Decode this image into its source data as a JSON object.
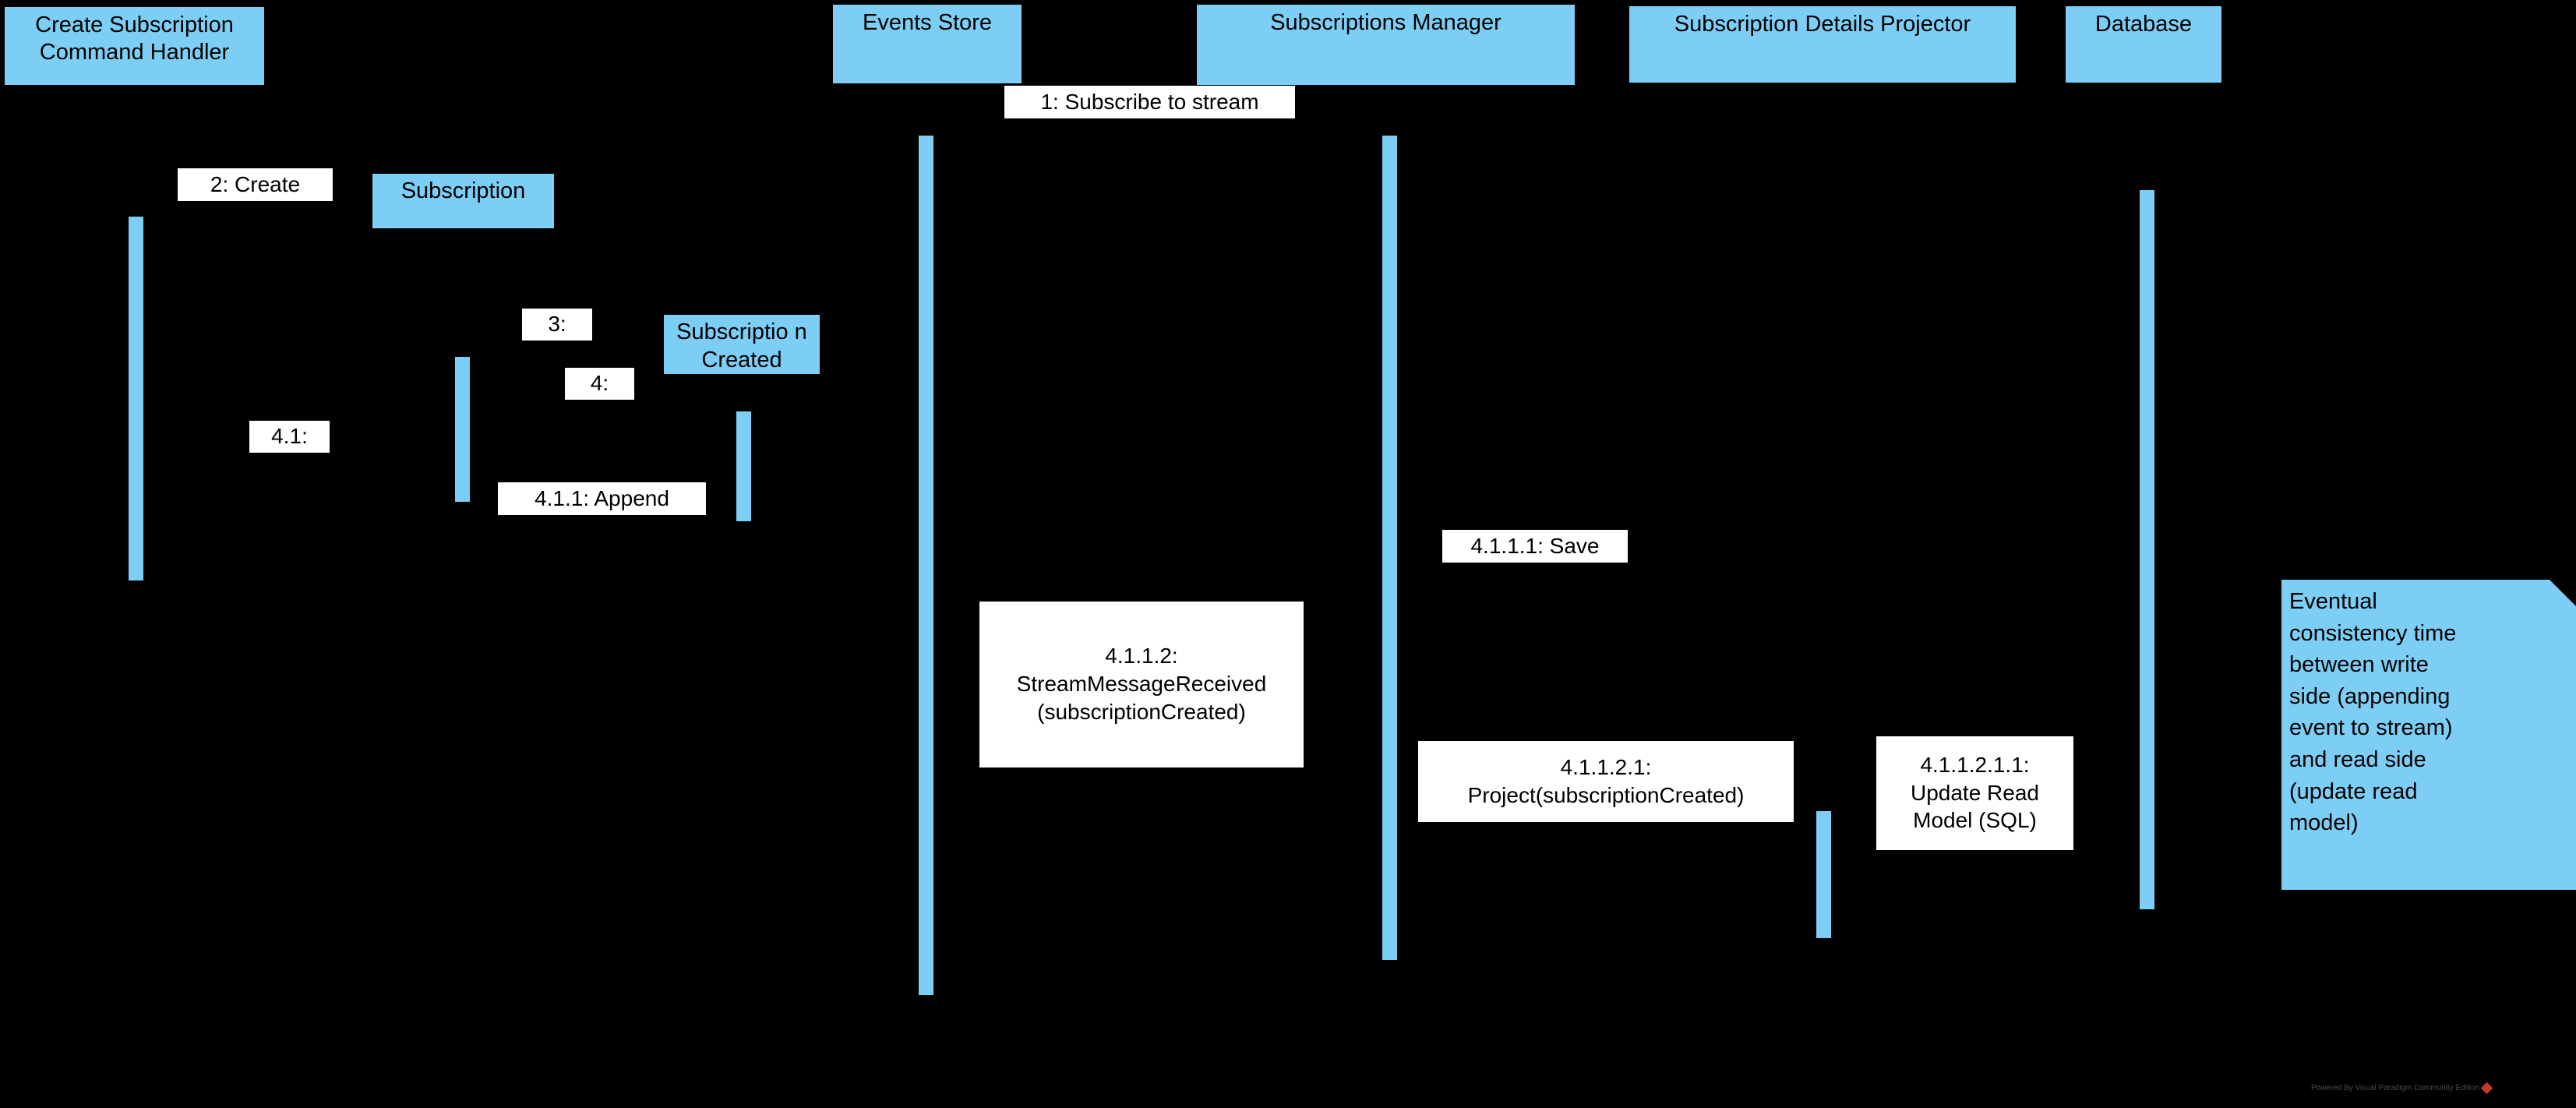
{
  "diagram": {
    "type": "uml-sequence-diagram",
    "background_color": "#000000",
    "accent_color": "#7DCEF4",
    "label_bg_color": "#FFFFFF",
    "text_color": "#000000"
  },
  "participants": [
    {
      "id": "create-subscription-command-handler",
      "label": "Create Subscription\nCommand Handler"
    },
    {
      "id": "events-store",
      "label": "Events Store"
    },
    {
      "id": "subscriptions-manager",
      "label": "Subscriptions Manager"
    },
    {
      "id": "subscription-details-projector",
      "label": "Subscription Details Projector"
    },
    {
      "id": "database",
      "label": "Database"
    }
  ],
  "objects": [
    {
      "id": "subscription",
      "label": "Subscription"
    },
    {
      "id": "subscription-created",
      "label": "Subscriptio\nn Created"
    }
  ],
  "messages": [
    {
      "id": "m1",
      "label": "1: Subscribe to stream"
    },
    {
      "id": "m2",
      "label": "2: Create"
    },
    {
      "id": "m3",
      "label": "3:"
    },
    {
      "id": "m4",
      "label": "4:"
    },
    {
      "id": "m41",
      "label": "4.1:"
    },
    {
      "id": "m411",
      "label": "4.1.1: Append"
    },
    {
      "id": "m4111",
      "label": "4.1.1.1: Save"
    },
    {
      "id": "m4112",
      "label": "4.1.1.2:\nStreamMessageReceived\n(subscriptionCreated)"
    },
    {
      "id": "m41121",
      "label": "4.1.1.2.1:\nProject(subscriptionCreated)"
    },
    {
      "id": "m411211",
      "label": "4.1.1.2.1.1:\nUpdate Read\nModel (SQL)"
    }
  ],
  "notes": [
    {
      "id": "eventual-consistency-note",
      "text": "Eventual\nconsistency time\nbetween write\nside (appending\nevent to stream)\nand read side\n(update read\nmodel)"
    }
  ],
  "watermark": {
    "text": "Powered By Visual Paradigm Community Edition",
    "logo_color": "#C0392B"
  }
}
